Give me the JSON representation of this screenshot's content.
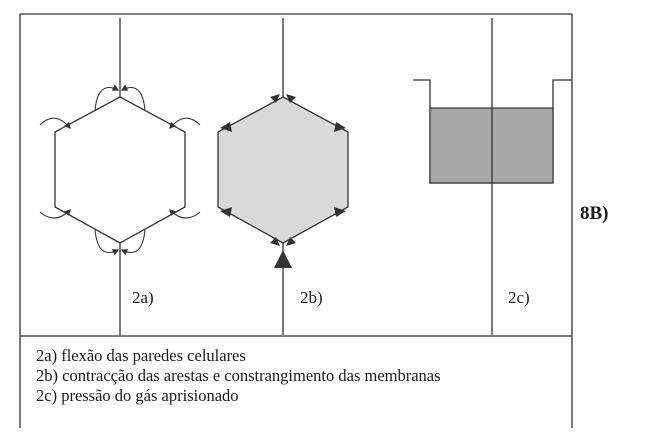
{
  "panels": [
    {
      "label": "2a)"
    },
    {
      "label": "2b)"
    },
    {
      "label": "2c)"
    }
  ],
  "side_label": "8B)",
  "legend": [
    "2a) flexão das paredes celulares",
    "2b) contracção das arestas e constrangimento das membranas",
    "2c) pressão do gás aprisionado"
  ],
  "colors": {
    "stroke": "#333333",
    "fill_2b": "#d9d9d9",
    "fill_2c": "#a8a8a8"
  }
}
